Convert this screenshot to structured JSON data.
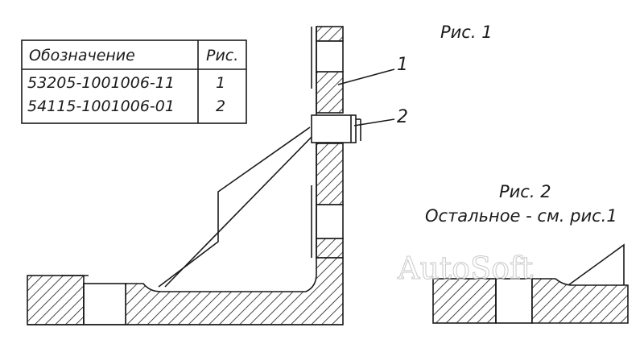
{
  "table": {
    "header": [
      "Обозначение",
      "Рис."
    ],
    "rows": [
      [
        "53205-1001006-11",
        "1"
      ],
      [
        "54115-1001006-01",
        "2"
      ]
    ]
  },
  "figure1": {
    "caption": "Рис. 1",
    "callouts": [
      "1",
      "2"
    ]
  },
  "figure2": {
    "caption": "Рис. 2",
    "note": "Остальное - см. рис.1"
  },
  "watermark": "AutoSoft"
}
